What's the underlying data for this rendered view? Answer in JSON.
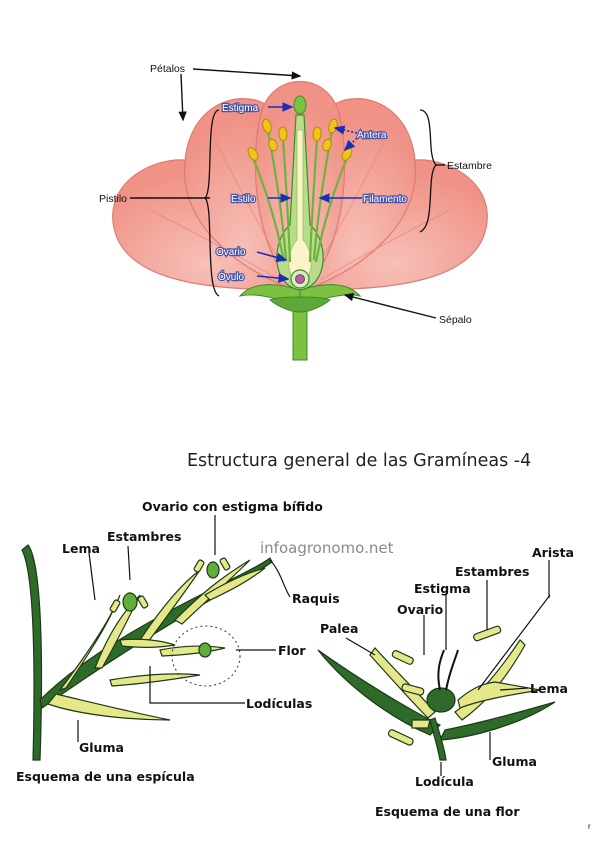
{
  "flower": {
    "labels": {
      "petalos": "Pétalos",
      "estambre": "Estambre",
      "pistilo": "Pistilo",
      "sepalo": "Sépalo",
      "estigma": "Estigma",
      "antera": "Antera",
      "estilo": "Estilo",
      "filamento": "Filamento",
      "ovario": "Ovario",
      "ovulo": "Óvulo"
    },
    "colors": {
      "petal": "#f4a29a",
      "petal_dark": "#e37f76",
      "green": "#7cc142",
      "dark_green": "#3f8a2a",
      "anther": "#f0c419",
      "arrow_blue": "#1a2fb5"
    }
  },
  "grass": {
    "title": "Estructura general de las Gramíneas -4",
    "watermark": "infoagronomo.net",
    "labels": {
      "ovario_estigma": "Ovario con estigma bífido",
      "estambres_left": "Estambres",
      "lema_left": "Lema",
      "raquis": "Raquis",
      "flor": "Flor",
      "lodiculas": "Lodículas",
      "gluma_left": "Gluma",
      "arista": "Arista",
      "estambres_right": "Estambres",
      "estigma": "Estigma",
      "ovario": "Ovario",
      "palea": "Palea",
      "lema_right": "Lema",
      "gluma_right": "Gluma",
      "lodicula": "Lodícula"
    },
    "captions": {
      "espicula": "Esquema de una espícula",
      "flor": "Esquema de una flor"
    },
    "stray_mark": "r",
    "colors": {
      "leaf_dark": "#2e6b2a",
      "leaf_yellow": "#e6e68a",
      "stroke": "#1c3a14"
    }
  }
}
